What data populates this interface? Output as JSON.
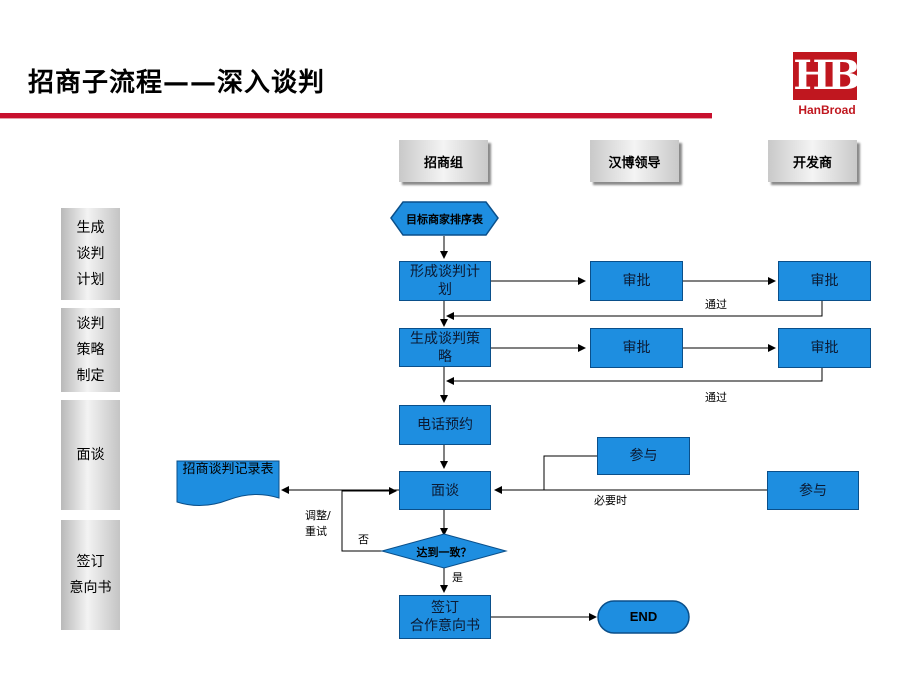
{
  "title": "招商子流程——深入谈判",
  "logo": {
    "mark": "HB",
    "text": "HanBroad"
  },
  "columns": [
    "招商组",
    "汉博领导",
    "开发商"
  ],
  "stages": [
    [
      "生成",
      "谈判",
      "计划"
    ],
    [
      "谈判",
      "策略",
      "制定"
    ],
    [
      "面谈"
    ],
    [
      "签订",
      "意向书"
    ]
  ],
  "nodes": {
    "start": "目标商家排序表",
    "plan_form": "形成谈判计划",
    "plan_approve_1": "审批",
    "plan_approve_2": "审批",
    "strategy_form": "生成谈判策略",
    "strategy_approve_1": "审批",
    "strategy_approve_2": "审批",
    "phone": "电话预约",
    "record": "招商谈判记录表",
    "meet": "面谈",
    "join_leader": "参与",
    "join_dev": "参与",
    "decision": "达到一致？",
    "sign_line1": "签订",
    "sign_line2": "合作意向书",
    "end": "END"
  },
  "labels": {
    "pass1": "通过",
    "pass2": "通过",
    "when_needed": "必要时",
    "adjust1": "调整/",
    "adjust2": "重试",
    "no": "否",
    "yes": "是"
  },
  "colors": {
    "node_fill": "#1e8ee0",
    "accent": "#c8102e"
  }
}
